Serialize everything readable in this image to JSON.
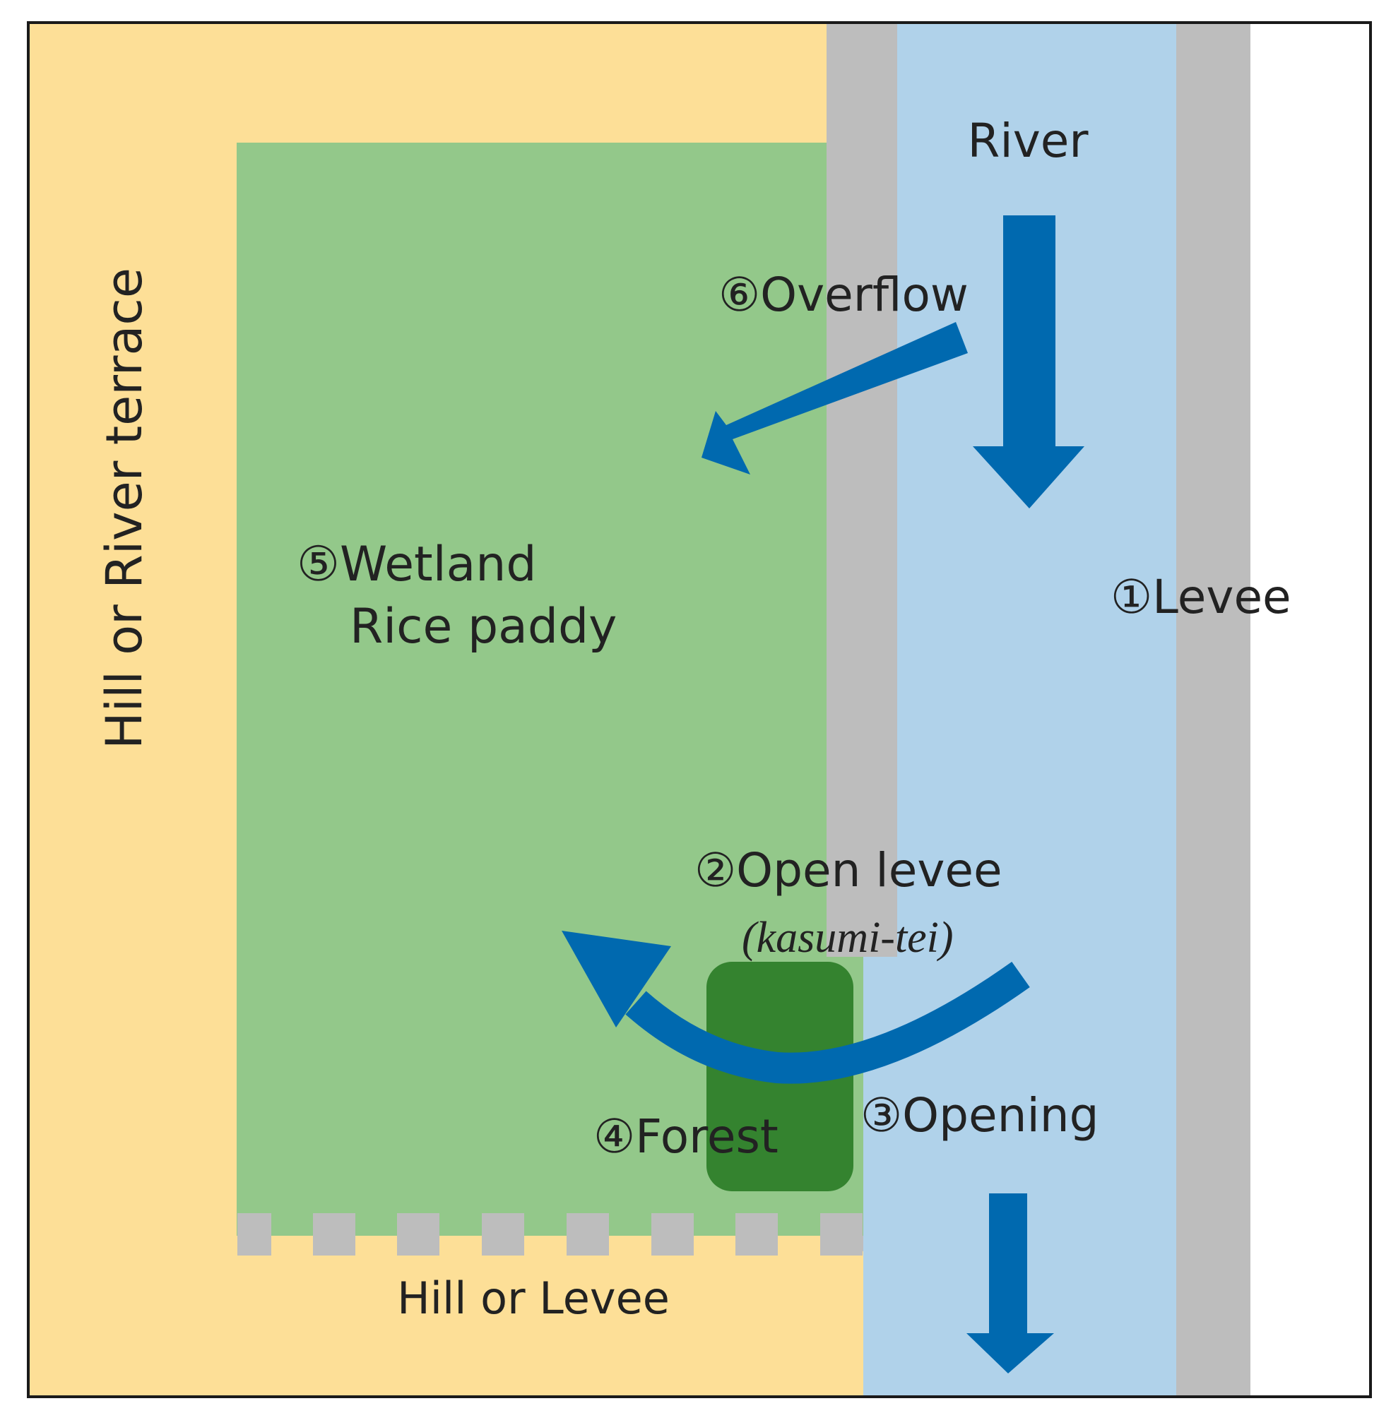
{
  "colors": {
    "hill": "#FDDF97",
    "wetland": "#93C88A",
    "levee": "#BDBDBD",
    "river": "#B0D2EA",
    "forest": "#34832F",
    "arrow": "#0069AF",
    "frame": "#1A1A1A"
  },
  "labels": {
    "hill_terrace": "Hill or River terrace",
    "river": "River",
    "overflow": "⑥Overflow",
    "wetland_line1": "⑤Wetland",
    "wetland_line2": "Rice paddy",
    "levee": "①Levee",
    "open_levee": "②Open levee",
    "kasumi_tei": "(kasumi-tei)",
    "opening": "③Opening",
    "forest": "④Forest",
    "hill_levee": "Hill or Levee"
  },
  "icons": {
    "river_flow": "down-arrow-icon",
    "river_outflow": "down-arrow-icon",
    "overflow_flow": "diagonal-arrow-icon",
    "backflow": "curved-arrow-icon"
  }
}
